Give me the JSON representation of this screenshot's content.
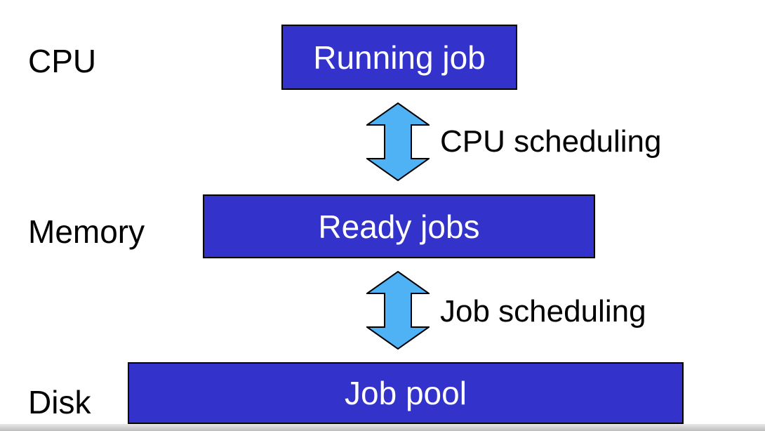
{
  "levels": {
    "cpu": {
      "label": "CPU",
      "box_text": "Running job"
    },
    "memory": {
      "label": "Memory",
      "box_text": "Ready jobs"
    },
    "disk": {
      "label": "Disk",
      "box_text": "Job pool"
    }
  },
  "transitions": {
    "cpu_scheduling": "CPU scheduling",
    "job_scheduling": "Job scheduling"
  },
  "colors": {
    "box_fill": "#3333CC",
    "box_text": "#FFFFFF",
    "arrow_fill": "#4FB2F5",
    "arrow_stroke": "#000000",
    "text": "#000000",
    "background": "#FFFFFF"
  }
}
